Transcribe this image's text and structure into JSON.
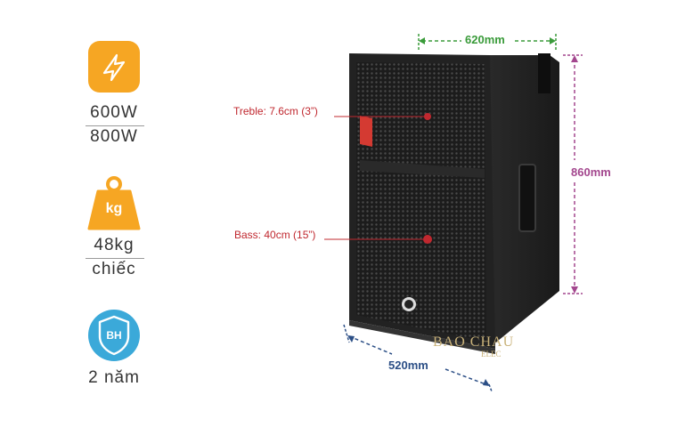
{
  "specs": {
    "power": {
      "icon": "lightning-icon",
      "line1": "600W",
      "line2": "800W",
      "color": "#f5a623"
    },
    "weight": {
      "icon": "kg-weight-icon",
      "badge": "kg",
      "line1": "48kg",
      "line2": "chiếc",
      "color": "#f5a623"
    },
    "warranty": {
      "icon": "warranty-shield-icon",
      "badge": "BH",
      "line1": "2 năm",
      "color": "#3aa9d8"
    }
  },
  "annotations": {
    "treble": "Treble: 7.6cm (3”)",
    "bass": "Bass: 40cm (15”)"
  },
  "dimensions": {
    "width": "620mm",
    "height": "860mm",
    "depth": "520mm"
  },
  "watermark": {
    "brand": "BAO CHAU",
    "sub": "ELEC"
  },
  "colors": {
    "annotation": "#c0282f",
    "width_line": "#3a9b3a",
    "height_line": "#a3478e",
    "depth_line": "#2c4f86"
  }
}
